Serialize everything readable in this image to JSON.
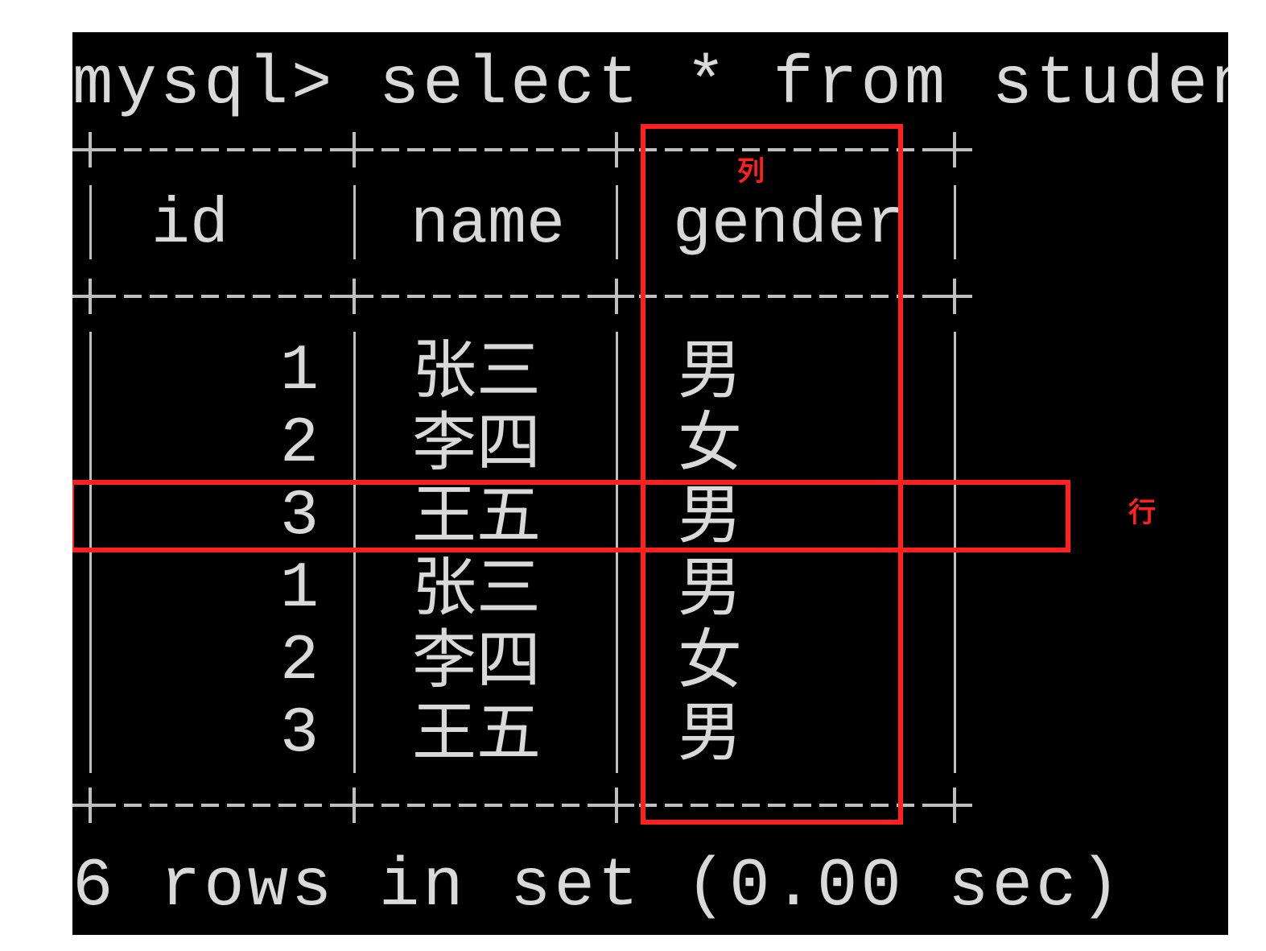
{
  "terminal": {
    "command_line": "mysql> select * from student;",
    "columns": [
      "id",
      "name",
      "gender"
    ],
    "rows": [
      {
        "id": "1",
        "name": "张三",
        "gender": "男"
      },
      {
        "id": "2",
        "name": "李四",
        "gender": "女"
      },
      {
        "id": "3",
        "name": "王五",
        "gender": "男"
      },
      {
        "id": "1",
        "name": "张三",
        "gender": "男"
      },
      {
        "id": "2",
        "name": "李四",
        "gender": "女"
      },
      {
        "id": "3",
        "name": "王五",
        "gender": "男"
      }
    ],
    "footer": "6 rows in set (0.00 sec)"
  },
  "annotations": {
    "column_label": "列",
    "row_label": "行",
    "highlight_color": "#ff2020",
    "highlighted_column": "gender",
    "highlighted_row_index": 2
  }
}
